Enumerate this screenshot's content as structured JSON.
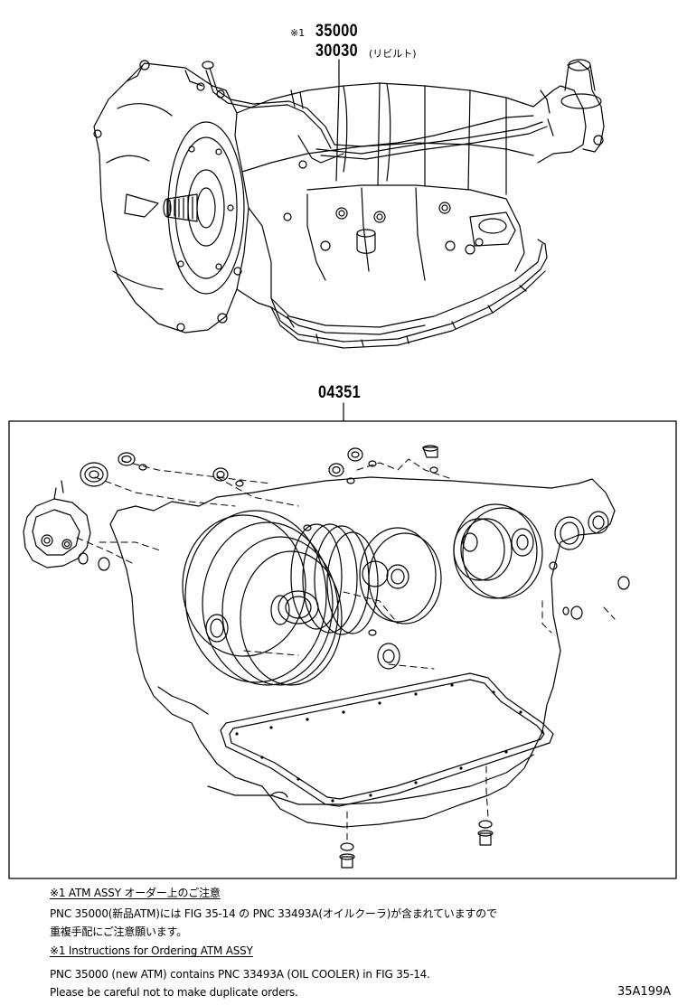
{
  "callouts": {
    "atm_mark": "※1",
    "atm_new_pn": "35000",
    "atm_rebuilt_pn": "30030",
    "atm_rebuilt_note": "(リビルト)",
    "overhaul_kit_pn": "04351"
  },
  "notes": {
    "jp_title": "※1 ATM ASSY オーダー上のご注意",
    "jp_line1": "PNC 35000(新品ATM)には FIG 35-14 の PNC 33493A(オイルクーラ)が含まれていますので",
    "jp_line2": "重複手配にご注意願います。",
    "en_title": "※1 Instructions for Ordering ATM ASSY",
    "en_line1": "PNC 35000 (new ATM) contains PNC 33493A (OIL COOLER) in FIG 35-14.",
    "en_line2": "Please be careful not to make duplicate orders."
  },
  "illustration_code": "35A199A"
}
